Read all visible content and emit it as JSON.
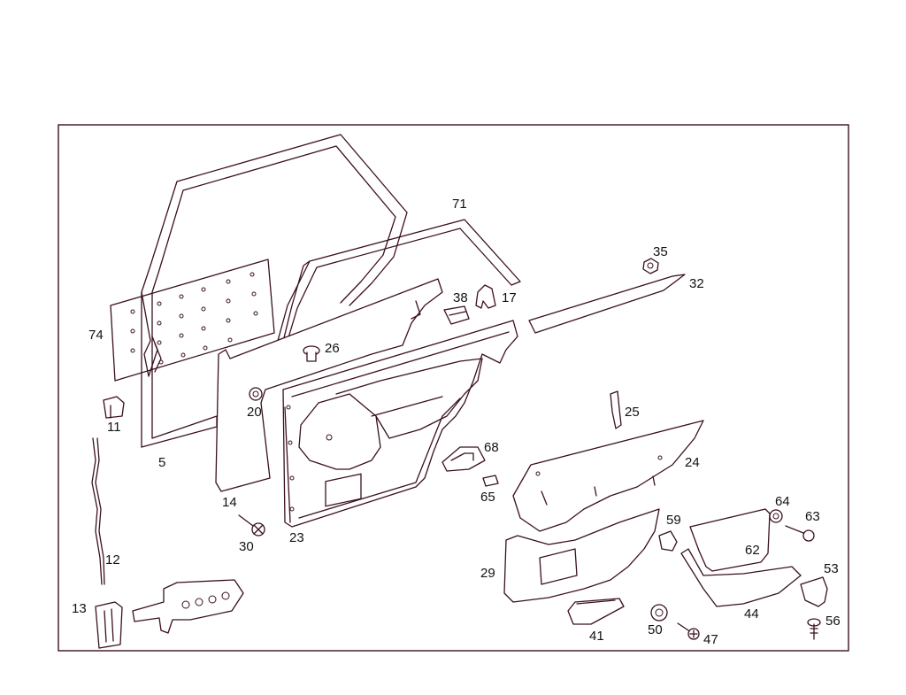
{
  "callouts": [
    {
      "id": "c71",
      "label": "71"
    },
    {
      "id": "c35",
      "label": "35"
    },
    {
      "id": "c32",
      "label": "32"
    },
    {
      "id": "c38",
      "label": "38"
    },
    {
      "id": "c17",
      "label": "17"
    },
    {
      "id": "c74",
      "label": "74"
    },
    {
      "id": "c26",
      "label": "26"
    },
    {
      "id": "c20",
      "label": "20"
    },
    {
      "id": "c11",
      "label": "11"
    },
    {
      "id": "c5",
      "label": "5"
    },
    {
      "id": "c25",
      "label": "25"
    },
    {
      "id": "c68",
      "label": "68"
    },
    {
      "id": "c24",
      "label": "24"
    },
    {
      "id": "c65",
      "label": "65"
    },
    {
      "id": "c14",
      "label": "14"
    },
    {
      "id": "c64",
      "label": "64"
    },
    {
      "id": "c63",
      "label": "63"
    },
    {
      "id": "c59",
      "label": "59"
    },
    {
      "id": "c30",
      "label": "30"
    },
    {
      "id": "c23",
      "label": "23"
    },
    {
      "id": "c62",
      "label": "62"
    },
    {
      "id": "c12",
      "label": "12"
    },
    {
      "id": "c29",
      "label": "29"
    },
    {
      "id": "c53",
      "label": "53"
    },
    {
      "id": "c13",
      "label": "13"
    },
    {
      "id": "c44",
      "label": "44"
    },
    {
      "id": "c50",
      "label": "50"
    },
    {
      "id": "c56",
      "label": "56"
    },
    {
      "id": "c41",
      "label": "41"
    },
    {
      "id": "c47",
      "label": "47"
    }
  ],
  "colors": {
    "line": "#3a1020",
    "text": "#111111",
    "background": "#ffffff"
  }
}
